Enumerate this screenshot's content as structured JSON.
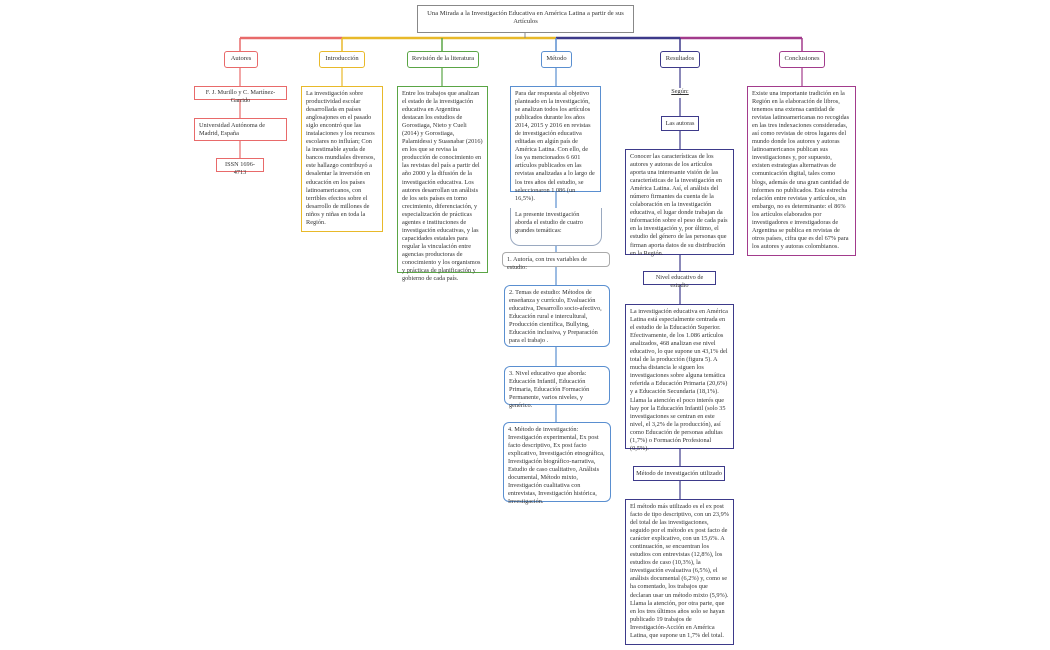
{
  "title": "Una Mirada a la Investigación Educativa en América Latina a partir de sus Artículos",
  "headers": {
    "autores": "Autores",
    "introduccion": "Introducción",
    "revision": "Revisión de la literatura",
    "metodo": "Método",
    "resultados": "Resultados",
    "conclusiones": "Conclusiones"
  },
  "autores": {
    "names": "F. J. Murillo y C. Martínez-Garrido",
    "university": "Universidad Autónoma de Madrid, España",
    "issn": "ISSN 1696-4713"
  },
  "introduccion": {
    "text": "La investigación sobre productividad escolar desarrollada en países anglosajones en el pasado siglo encontró que las instalaciones y los recursos escolares no influían; Con la inestimable ayuda de bancos mundiales diversos, este hallazgo contribuyó a desalentar la inversión en educación en los países latinoamericanos, con terribles efectos sobre el desarrollo de millones de niños y niñas en toda la Región."
  },
  "revision": {
    "text": "Entre los trabajos que analizan el estado de la investigación educativa en Argentina destacan los estudios de Gorostiaga, Nieto y Cueli (2014) y Gorostiaga, Palamidessi y Suasnabar (2016) en los que se revisa la producción de conocimiento en las revistas del país a partir del año 2000 y la difusión de la investigación educativa. Los autores desarrollan un análisis de los seis países en torno crecimiento, diferenciación, y especialización de prácticas agentes e instituciones de investigación educativas, y las capacidades estatales para regular la vinculación entre agencias productoras de conocimiento y los organismos y prácticas de planificación y gobierno de cada país."
  },
  "metodo": {
    "intro": "Para dar respuesta al objetivo planteado en la investigación, se analizan todos los artículos publicados durante los años 2014, 2015 y 2016 en revistas de investigación educativa editadas en algún país de América Latina. Con ello, de los ya mencionados 6 601 artículos publicados en las revistas analizadas a lo largo de los tres años del estudio, se seleccionaron 1 086 (un 16,5%).",
    "topics": "La presente investigación aborda el estudio de cuatro grandes temáticas:",
    "item1": "1. Autoría, con tres variables de estudio:",
    "item2": "2. Temas de estudio: Métodos de enseñanza y currículo, Evaluación educativa, Desarrollo socio-afectivo, Educación rural e intercultural, Producción científica, Bullying, Educación inclusiva, y Preparación para el trabajo .",
    "item3": "3. Nivel educativo que aborda: Educación Infantil, Educación Primaria, Educación Formación Permanente, varios niveles, y genérico.",
    "item4": "4. Método de investigación: Investigación experimental, Ex post facto descriptivo, Ex post facto explicativo, Investigación etnográfica, Investigación biográfico-narrativa, Estudio de caso cualitativo, Análisis documental, Método mixto, Investigación cualitativa con entrevistas, Investigación histórica, Investigación."
  },
  "resultados": {
    "segun": "Según:",
    "los_autores": "Las autoras",
    "autores_text": "Conocer las características de los autores y autoras de los artículos aporta una interesante visión de las características de la investigación en América Latina. Así, el análisis del número firmantes da cuenta de la colaboración en la investigación educativa, el lugar donde trabajan da información sobre el peso de cada país en la investigación y, por último, el estudio del género de las personas que firman aporta datos de su distribución en la Región.",
    "nivel_label": "Nivel educativo de estudio",
    "nivel_text": "La investigación educativa en América Latina está especialmente centrada en el estudio de la Educación Superior. Efectivamente, de los 1.086 artículos analizados, 468 analizan ese nivel educativo, lo que supone un 43,1% del total de la producción (figura 5). A mucha distancia le siguen los investigaciones sobre alguna temática referida a Educación Primaria (20,6%) y a Educación Secundaria (18,1%). Llama la atención el poco interés que hay por la Educación Infantil (solo 35 investigaciones se centran en este nivel, el 3,2% de la producción), así como Educación de personas adultas (1,7%) o Formación Profesional (0,5%).",
    "metodo_label": "Método de investigación utilizado",
    "metodo_text": "El método más utilizado es el ex post facto de tipo descriptivo, con un 23,9% del total de las investigaciones, seguido por el método ex post facto de carácter explicativo, con un 15,6%. A continuación, se encuentran los estudios con entrevistas (12,8%), los estudios de caso (10,3%), la investigación evaluativa (6,5%), el análisis documental (6,2%) y, como se ha comentado, los trabajos que declaran usar un método mixto (5,9%). Llama la atención, por otra parte, que en los tres últimos años solo se hayan publicado 19 trabajos de Investigación-Acción en América Latina, que supone un 1,7% del total."
  },
  "conclusiones": {
    "text": "Existe una importante tradición en la Región en la elaboración de libros, tenemos una extensa cantidad de revistas latinoamericanas no recogidas en las tres indexaciones consideradas, así como revistas de otros lugares del mundo donde los autores y autoras latinoamericanos publican sus investigaciones y, por supuesto, existen estrategias alternativas de comunicación digital, tales como blogs, además de una gran cantidad de informes no publicados. Esta estrecha relación entre revistas y artículos, sin embargo, no es determinante: el 86% los artículos elaborados por investigadores e investigadoras de Argentina se publica en revistas de otros países, cifra que es del 67% para los autores y autoras colombianos."
  },
  "colors": {
    "autores": "#e86a6a",
    "introduccion": "#e8b92a",
    "revision": "#5aa545",
    "metodo": "#5a8fd0",
    "resultados": "#3d3a8a",
    "conclusiones": "#a23b8c"
  }
}
